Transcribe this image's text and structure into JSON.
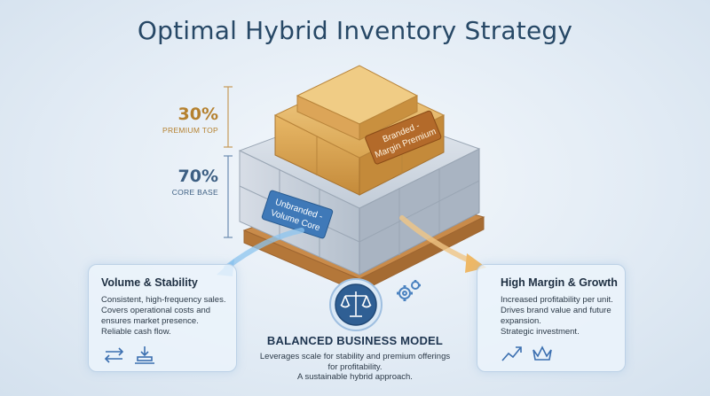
{
  "title": "Optimal Hybrid Inventory Strategy",
  "top_tier": {
    "percent": "30%",
    "label": "PREMIUM TOP",
    "tag": "Branded -\nMargin Premium",
    "color": "#b5812f"
  },
  "base_tier": {
    "percent": "70%",
    "label": "CORE BASE",
    "tag": "Unbranded -\nVolume Core",
    "color": "#3d5f83"
  },
  "left_card": {
    "title": "Volume & Stability",
    "lines": [
      "Consistent, high-frequency sales.",
      "Covers operational costs and ensures market presence.",
      "Reliable cash flow."
    ],
    "icons": [
      "transfer-arrows-icon",
      "stack-down-icon"
    ]
  },
  "right_card": {
    "title": "High Margin & Growth",
    "lines": [
      "Increased profitability per unit.",
      "Drives brand value and future expansion.",
      "Strategic investment."
    ],
    "icons": [
      "trend-up-icon",
      "crown-icon"
    ]
  },
  "center": {
    "title": "BALANCED BUSINESS MODEL",
    "lines": [
      "Leverages scale for stability and premium offerings for profitability.",
      "A sustainable hybrid approach."
    ],
    "icons": [
      "scales-icon",
      "gears-icon"
    ]
  }
}
